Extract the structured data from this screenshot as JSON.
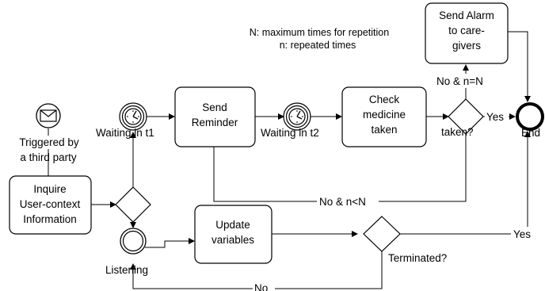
{
  "notes": {
    "line1": "N: maximum times for repetition",
    "line2": "n: repeated times"
  },
  "tasks": {
    "send_alarm": [
      "Send Alarm",
      "to care-",
      "givers"
    ],
    "send_reminder": [
      "Send",
      "Reminder"
    ],
    "check_medicine": [
      "Check",
      "medicine",
      "taken"
    ],
    "inquire": [
      "Inquire",
      "User-context",
      "Information"
    ],
    "update": [
      "Update",
      "variables"
    ]
  },
  "events": {
    "start_label": [
      "Triggered by",
      "a third party"
    ],
    "timer1_label": "Waiting in t1",
    "timer2_label": "Waiting in t2",
    "listening_label": "Listening",
    "end_label": "End"
  },
  "gateways": {
    "taken_label": "taken?",
    "terminated_label": "Terminated?"
  },
  "flows": {
    "yes_taken": "Yes",
    "no_max": "No & n=N",
    "no_less": "No & n<N",
    "yes_terminated": "Yes",
    "no_terminated": "No"
  }
}
